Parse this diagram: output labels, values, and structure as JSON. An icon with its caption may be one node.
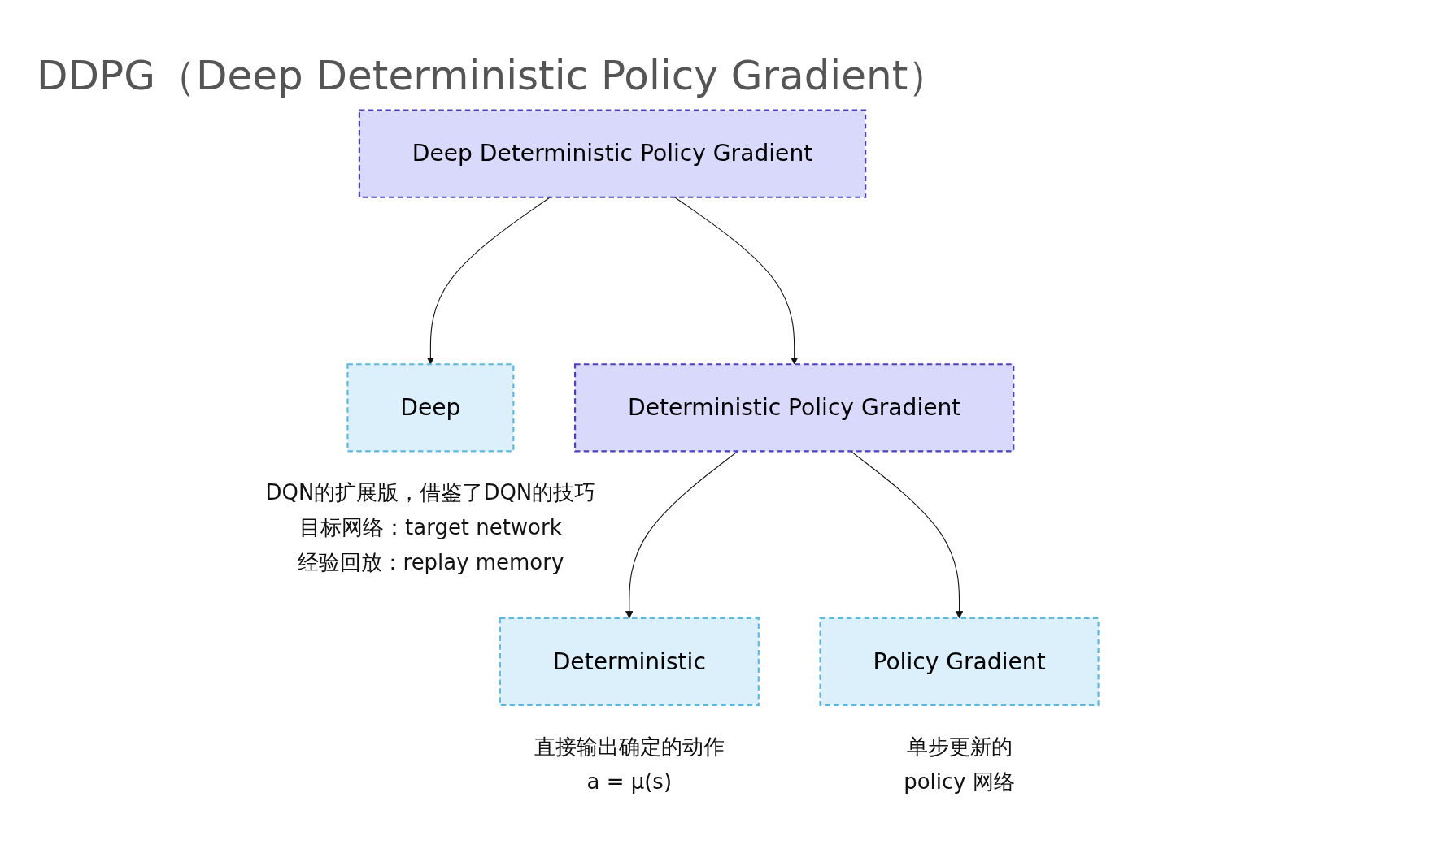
{
  "diagram": {
    "title": "DDPG（Deep Deterministic Policy Gradient）",
    "nodes": [
      {
        "text": [
          "Deep Deterministic Policy Gradient"
        ]
      },
      {
        "text": [
          "Deep"
        ],
        "beside": [
          "DQN的扩展版，借鉴了DQN的技巧",
          "目标网络：target network",
          "经验回放：replay memory"
        ]
      },
      {
        "text": [
          "Deterministic Policy Gradient"
        ]
      },
      {
        "text": [
          "Deterministic"
        ],
        "beside": [
          "直接输出确定的动作",
          "a = μ(s)"
        ]
      },
      {
        "text": [
          "Policy Gradient"
        ],
        "beside": [
          "单步更新的",
          "policy 网络"
        ]
      }
    ],
    "edges": [
      {
        "from": 0,
        "to": 1,
        "arrow": "to"
      },
      {
        "from": 0,
        "to": 2,
        "arrow": "to"
      },
      {
        "from": 2,
        "to": 3,
        "arrow": "to"
      },
      {
        "from": 2,
        "to": 4,
        "arrow": "to"
      }
    ]
  }
}
